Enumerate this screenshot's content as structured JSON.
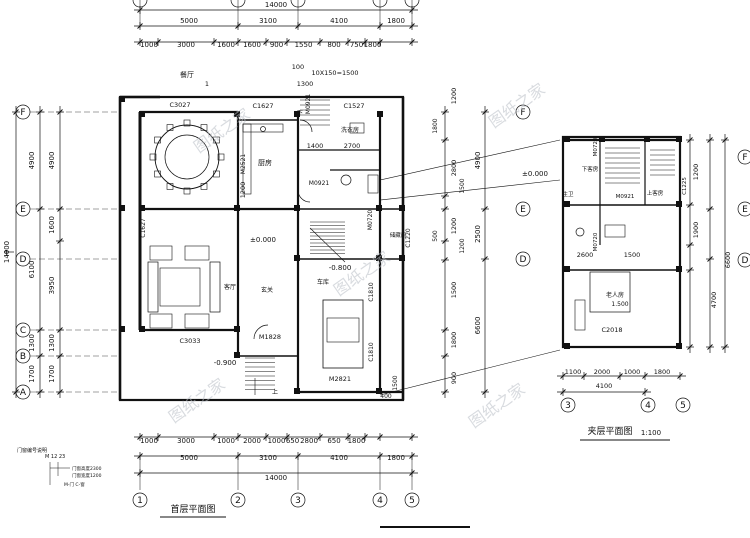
{
  "titles": {
    "ground": "首层平面图",
    "mezz": "夹层平面图",
    "mezz_scale": "1:100"
  },
  "grid": {
    "cols": [
      "1",
      "2",
      "3",
      "4",
      "5"
    ],
    "rows": [
      "A",
      "B",
      "C",
      "D",
      "E",
      "F"
    ],
    "mezz_cols": [
      "3",
      "4",
      "5"
    ]
  },
  "dims": {
    "total": "14000",
    "top_major": [
      "5000",
      "3100",
      "4100",
      "1800"
    ],
    "top_minor": [
      "1000",
      "3000",
      "1600",
      "1600",
      "900",
      "1550",
      "800",
      "750",
      "1800"
    ],
    "bot_minor": [
      "1000",
      "3000",
      "1000",
      "2000",
      "1000",
      "650",
      "2800",
      "650",
      "1800"
    ],
    "bot_major": [
      "5000",
      "3100",
      "4100",
      "1800"
    ],
    "left_outer": "14000",
    "left_mid": [
      "4900",
      "6100",
      "1300",
      "1700"
    ],
    "left_inner": [
      "4900",
      "1600",
      "3950",
      "1300",
      "1700"
    ],
    "right_outer": [
      "1200",
      "2800",
      "1200",
      "1500",
      "1800",
      "900"
    ],
    "right_mid": [
      "4900",
      "2500",
      "6600"
    ],
    "stair": "10X150=1500",
    "stair_top": "100",
    "stair_1300": "1300",
    "w1400": "1400",
    "w2700": "2700",
    "w1200": "1200",
    "bot_400": "400",
    "bot_1500": "1500",
    "mezz_bot": [
      "1100",
      "2000",
      "1000",
      "1800"
    ],
    "mezz_bot_total": "4100",
    "mezz_right": [
      "1200",
      "1900",
      "4700",
      "6600"
    ],
    "mezz_w2600": "2600",
    "mezz_w1500": "1500",
    "right_small": [
      "500",
      "1500",
      "1200",
      "1200",
      "2500",
      "4900",
      "1800",
      "1200"
    ]
  },
  "rooms": {
    "dining": "餐厅",
    "kitchen": "厨房",
    "living": "客厅",
    "hall": "玄关",
    "bath": "洗衣房",
    "garage": "车库",
    "storage": "储藏间",
    "toilet": "卫",
    "mezz_study": "老人房",
    "mezz_down": "下客房",
    "mezz_up": "上客房",
    "mezz_bath": "主卫"
  },
  "levels": {
    "ground": "±0.000",
    "hall": "±0.000",
    "garage": "-0.800",
    "outside": "-0.900",
    "mezz": "±0.000",
    "mezz_room": "1.500"
  },
  "tags": {
    "c3027": "C3027",
    "c1627": "C1627",
    "c1527": "C1527",
    "m0921a": "M0921",
    "m0921b": "M0921",
    "m2521": "M2521",
    "c1627b": "C1627",
    "m0720": "M0720",
    "c1220": "C1220",
    "c1810a": "C1810",
    "c1810b": "C1810",
    "c3033": "C3033",
    "m1828": "M1828",
    "m2821": "M2821",
    "m0720b": "M0720",
    "c1225": "C1225",
    "m0921c": "M0921",
    "m0720c": "M0720",
    "c2018": "C2018",
    "up": "上",
    "down": "下",
    "n1": "1"
  },
  "legend": {
    "title": "门窗编号说明",
    "code": "M  12  23",
    "l1": "门窗高度2300",
    "l2": "门窗宽度1200",
    "l3": "M-门 C-窗"
  },
  "watermark": "图纸之家"
}
